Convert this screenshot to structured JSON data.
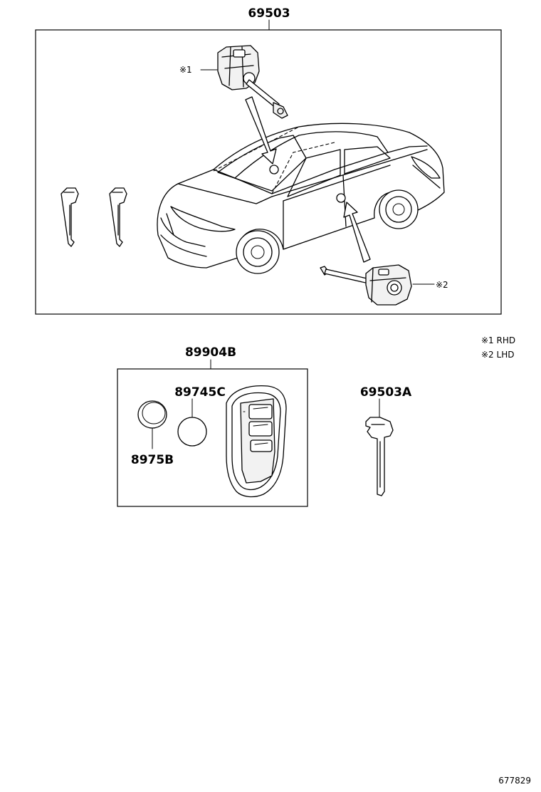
{
  "parts": {
    "main_set": "69503",
    "transmitter": "89904B",
    "battery_cover": "89745C",
    "battery": "8975B",
    "key_blank": "69503A"
  },
  "callouts": {
    "cylinder_rhd": "※1",
    "cylinder_lhd": "※2"
  },
  "notes": {
    "rhd": "※1 RHD",
    "lhd": "※2 LHD"
  },
  "figure_id": "677829"
}
